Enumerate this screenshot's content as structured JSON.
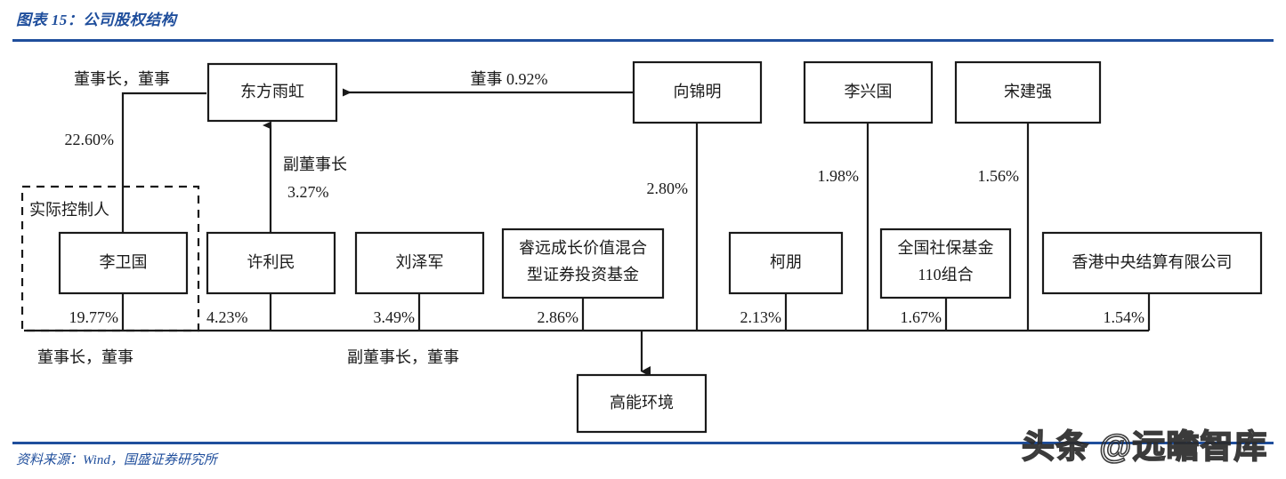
{
  "figure": {
    "title": "图表 15：公司股权结构",
    "source": "资料来源：Wind，国盛证券研究所",
    "watermark": "头条 @远瞻智库",
    "accent_color": "#1f4e9c",
    "line_color": "#1a1a1a"
  },
  "chart_data": {
    "type": "diagram",
    "title": "公司股权结构",
    "subject": "高能环境",
    "nodes": [
      {
        "id": "dfyh",
        "label": "东方雨虹"
      },
      {
        "id": "xjm",
        "label": "向锦明"
      },
      {
        "id": "lxg",
        "label": "李兴国"
      },
      {
        "id": "sjq",
        "label": "宋建强"
      },
      {
        "id": "lwg",
        "label": "李卫国"
      },
      {
        "id": "xlm",
        "label": "许利民"
      },
      {
        "id": "lzj",
        "label": "刘泽军"
      },
      {
        "id": "ryfund",
        "label": "睿远成长价值混合型证券投资基金"
      },
      {
        "id": "kp",
        "label": "柯朋"
      },
      {
        "id": "ssf110",
        "label": "全国社保基金110组合"
      },
      {
        "id": "hkscc",
        "label": "香港中央结算有限公司"
      },
      {
        "id": "gnhj",
        "label": "高能环境"
      }
    ],
    "edges": [
      {
        "from": "lwg",
        "to": "dfyh",
        "value": "22.60%",
        "role": "董事长，董事"
      },
      {
        "from": "xlm",
        "to": "dfyh",
        "value": "3.27%",
        "role": "副董事长"
      },
      {
        "from": "xjm",
        "to": "dfyh",
        "value": "0.92%",
        "role": "董事"
      },
      {
        "from": "lwg",
        "to": "gnhj",
        "value": "19.77%",
        "role": "董事长，董事"
      },
      {
        "from": "xlm",
        "to": "gnhj",
        "value": "4.23%",
        "role": ""
      },
      {
        "from": "lzj",
        "to": "gnhj",
        "value": "3.49%",
        "role": "副董事长，董事"
      },
      {
        "from": "ryfund",
        "to": "gnhj",
        "value": "2.86%",
        "role": ""
      },
      {
        "from": "xjm",
        "to": "gnhj",
        "value": "2.80%",
        "role": ""
      },
      {
        "from": "kp",
        "to": "gnhj",
        "value": "2.13%",
        "role": ""
      },
      {
        "from": "lxg",
        "to": "gnhj",
        "value": "1.98%",
        "role": ""
      },
      {
        "from": "ssf110",
        "to": "gnhj",
        "value": "1.67%",
        "role": ""
      },
      {
        "from": "sjq",
        "to": "gnhj",
        "value": "1.56%",
        "role": ""
      },
      {
        "from": "hkscc",
        "to": "gnhj",
        "value": "1.54%",
        "role": ""
      }
    ],
    "groups": [
      {
        "id": "actual-controller",
        "label": "实际控制人",
        "members": [
          "lwg"
        ]
      }
    ]
  },
  "boxes": {
    "dongfangyuhong": "东方雨虹",
    "xiangjinming": "向锦明",
    "lixingguo": "李兴国",
    "songjianqiang": "宋建强",
    "liweiguo": "李卫国",
    "xulimin": "许利民",
    "liuzejun": "刘泽军",
    "ruiyuan_fund_line1": "睿远成长价值混合",
    "ruiyuan_fund_line2": "型证券投资基金",
    "kepeng": "柯朋",
    "ssf_line1": "全国社保基金",
    "ssf_line2": "110组合",
    "hkscc": "香港中央结算有限公司",
    "gaonenghuanjing": "高能环境"
  },
  "labels": {
    "chairman_director_top": "董事长，董事",
    "pct_22_60": "22.60%",
    "vice_chairman": "副董事长",
    "pct_3_27": "3.27%",
    "director_0_92": "董事  0.92%",
    "pct_2_80": "2.80%",
    "pct_1_98": "1.98%",
    "pct_1_56": "1.56%",
    "actual_controller": "实际控制人",
    "pct_19_77": "19.77%",
    "pct_4_23": "4.23%",
    "pct_3_49": "3.49%",
    "pct_2_86": "2.86%",
    "pct_2_13": "2.13%",
    "pct_1_67": "1.67%",
    "pct_1_54": "1.54%",
    "chairman_director_bottom": "董事长，董事",
    "vice_chairman_director_bottom": "副董事长，董事"
  }
}
